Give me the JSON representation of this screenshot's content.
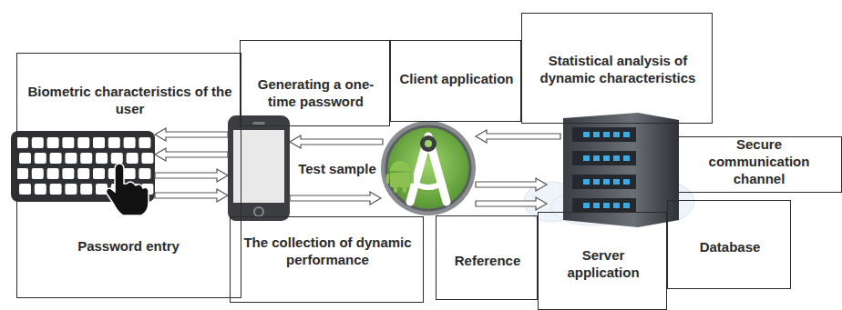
{
  "diagram": {
    "nodes": [
      {
        "text": [
          "Biometric characteristics of the user",
          "Password entry"
        ]
      },
      {
        "text": [
          "Generating a one-time password"
        ]
      },
      {
        "text": [
          "Client application"
        ]
      },
      {
        "text": [
          "Statistical analysis of dynamic characteristics"
        ]
      },
      {
        "text": [
          "Secure communication channel"
        ]
      },
      {
        "text": [
          "The collection of dynamic performance"
        ]
      },
      {
        "text": [
          "Reference"
        ]
      },
      {
        "text": [
          "Server application"
        ]
      },
      {
        "text": [
          "Database"
        ]
      }
    ],
    "labels": [
      "Test sample"
    ]
  }
}
